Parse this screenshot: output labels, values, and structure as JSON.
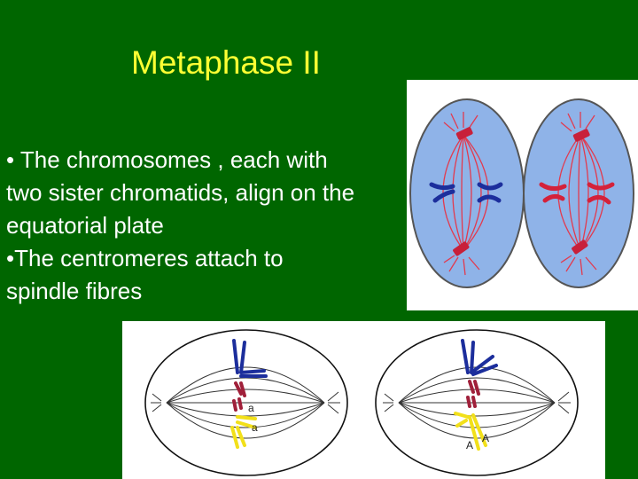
{
  "slide": {
    "title": "Metaphase II",
    "bullets": [
      "• The chromosomes , each with two sister chromatids, align on the equatorial plate",
      "•The centromeres attach to spindle fibres"
    ]
  },
  "figure_bottom": {
    "labels": [
      "a",
      "a",
      "A",
      "A"
    ]
  },
  "colors": {
    "background": "#006600",
    "title": "#ffff33",
    "text": "#ffffff",
    "cell_fill": "#8fb3e8",
    "spindle_red": "#e23a4e",
    "chromosome_blue": "#1c2e9c",
    "chromosome_red": "#d4213a",
    "chromosome_yellow": "#f2e01a",
    "chromosome_maroon": "#a0203a"
  }
}
